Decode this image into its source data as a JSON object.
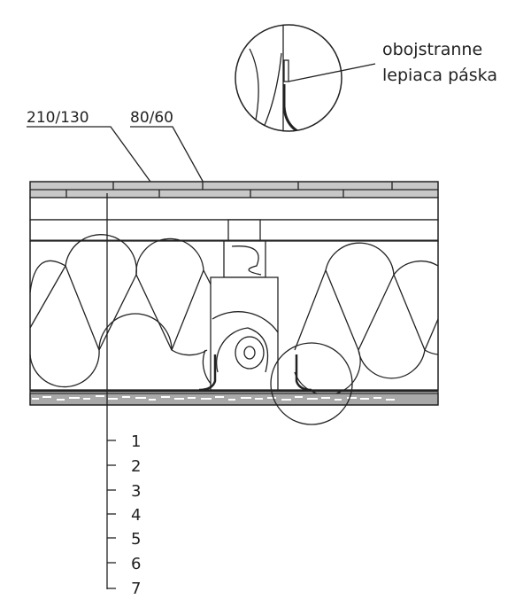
{
  "callouts": {
    "profile_1": "210/130",
    "profile_2": "80/60",
    "detail_note_line1": "obojstranne",
    "detail_note_line2": "lepiaca páska"
  },
  "layers": [
    "1",
    "2",
    "3",
    "4",
    "5",
    "6",
    "7"
  ],
  "colors": {
    "line": "#222222",
    "tile": "#c8c8c8",
    "screed": "#9a9a9a"
  }
}
